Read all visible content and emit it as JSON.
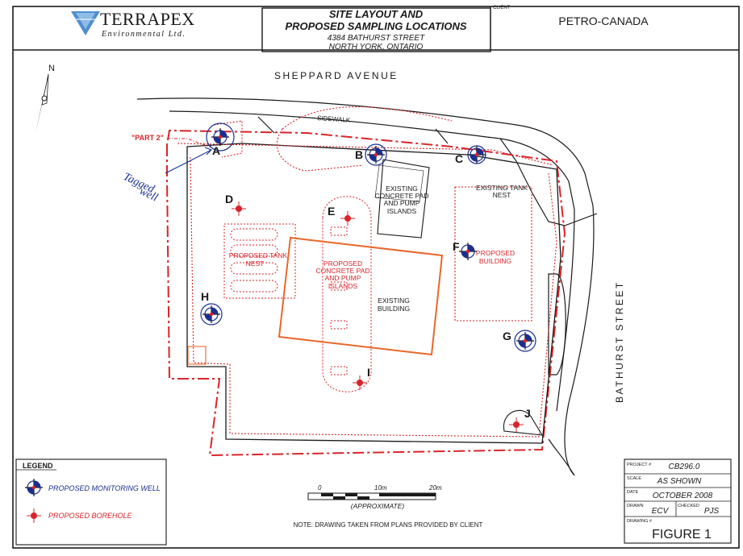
{
  "title_block": {
    "company": "TERRAPEX",
    "company_sub": "Environmental Ltd.",
    "title_line1": "SITE LAYOUT AND",
    "title_line2": "PROPOSED SAMPLING LOCATIONS",
    "address_line1": "4384 BATHURST STREET",
    "address_line2": "NORTH YORK, ONTARIO",
    "client_label": "CLIENT",
    "client": "PETRO-CANADA"
  },
  "streets": {
    "north": "SHEPPARD AVENUE",
    "east": "BATHURST STREET",
    "sidewalk": "SIDEWALK"
  },
  "north_arrow": "N",
  "part_label": "\"PART 2\"",
  "handwritten_note": [
    "Tagged",
    "well"
  ],
  "features": {
    "existing_pad_1": [
      "EXISTING",
      "CONCRETE PAD",
      "AND PUMP",
      "ISLANDS"
    ],
    "existing_tank_nest": [
      "EXISTING TANK",
      "NEST"
    ],
    "proposed_building": [
      "PROPOSED",
      "BUILDING"
    ],
    "proposed_tank_nest": [
      "PROPOSED TANK",
      "NEST"
    ],
    "proposed_pad": [
      "PROPOSED",
      "CONCRETE PAD",
      "AND PUMP",
      "ISLANDS"
    ],
    "existing_building": [
      "EXISTING",
      "BUILDING"
    ]
  },
  "sampling_locations": [
    {
      "id": "A",
      "kind": "monitoring-well"
    },
    {
      "id": "B",
      "kind": "monitoring-well"
    },
    {
      "id": "C",
      "kind": "monitoring-well"
    },
    {
      "id": "D",
      "kind": "borehole"
    },
    {
      "id": "E",
      "kind": "borehole"
    },
    {
      "id": "F",
      "kind": "monitoring-well"
    },
    {
      "id": "G",
      "kind": "monitoring-well"
    },
    {
      "id": "H",
      "kind": "monitoring-well"
    },
    {
      "id": "I",
      "kind": "borehole"
    },
    {
      "id": "J",
      "kind": "borehole"
    }
  ],
  "legend": {
    "title": "LEGEND",
    "well_label": "PROPOSED MONITORING WELL",
    "borehole_label": "PROPOSED BOREHOLE"
  },
  "scale_bar": {
    "ticks": [
      "0",
      "10m",
      "20m"
    ],
    "caption": "(APPROXIMATE)"
  },
  "note": "NOTE: DRAWING TAKEN FROM PLANS PROVIDED BY CLIENT",
  "info_block": {
    "project_label": "PROJECT #",
    "project": "CB296.0",
    "scale_label": "SCALE",
    "scale": "AS SHOWN",
    "date_label": "DATE",
    "date": "OCTOBER 2008",
    "drawn_label": "DRAWN",
    "drawn": "ECV",
    "checked_label": "CHECKED",
    "checked": "PJS",
    "drawing_label": "DRAWING #",
    "drawing": "FIGURE 1"
  },
  "colors": {
    "line": "#1a1a1a",
    "proposed_red": "#d8242a",
    "well_blue": "#1b2f8e",
    "building_orange": "#e8672a",
    "logo_blue": "#4f8fd0"
  }
}
